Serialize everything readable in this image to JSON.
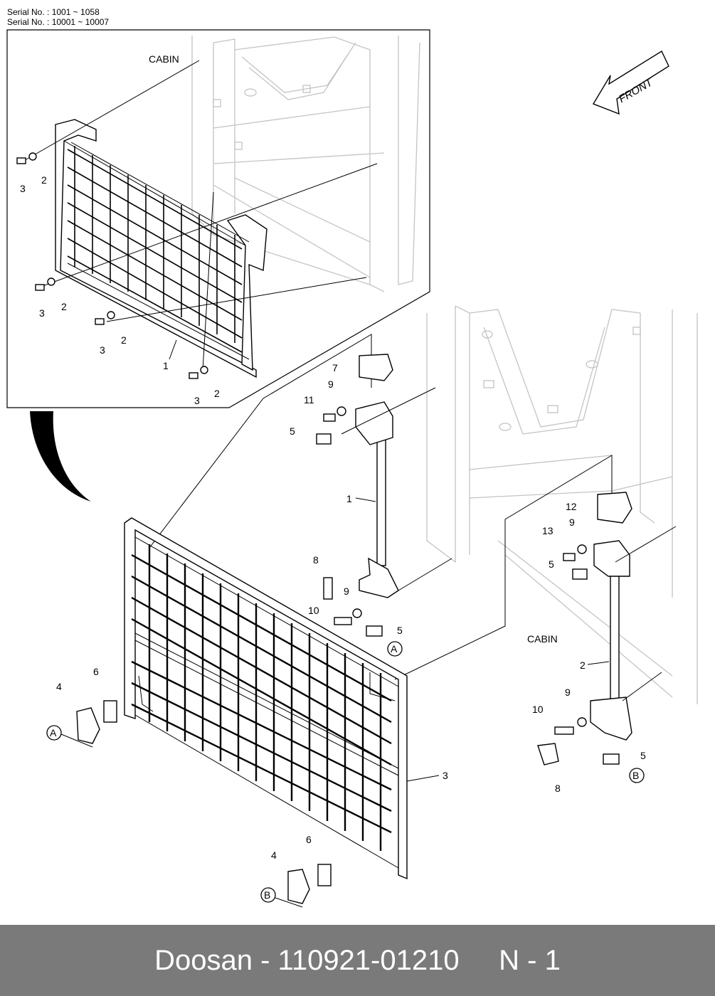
{
  "header": {
    "serial_line_1": "Serial No. : 1001 ~ 1058",
    "serial_line_2": "Serial No. : 10001 ~ 10007"
  },
  "diagram": {
    "direction_label": "FRONT",
    "cabin_label_top": "CABIN",
    "cabin_label_right": "CABIN",
    "detail_a": "A",
    "detail_b": "B",
    "inset_callouts": [
      "1",
      "2",
      "3",
      "2",
      "3",
      "2",
      "3",
      "2",
      "3"
    ],
    "main_callouts": [
      "7",
      "9",
      "11",
      "5",
      "1",
      "8",
      "9",
      "10",
      "5",
      "6",
      "4",
      "3",
      "6",
      "4",
      "12",
      "13",
      "9",
      "5",
      "2",
      "9",
      "10",
      "5",
      "8"
    ]
  },
  "footer": {
    "text": "Doosan - 110921-01210     N - 1"
  }
}
